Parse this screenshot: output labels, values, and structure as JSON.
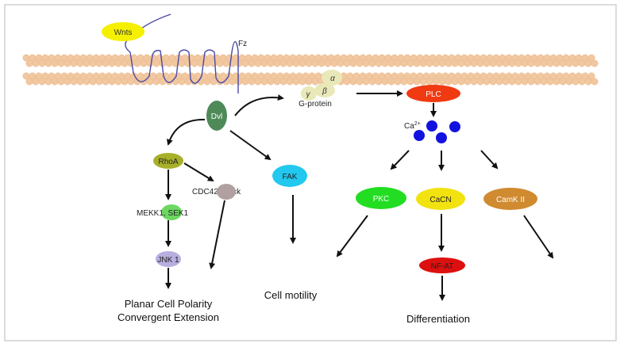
{
  "nodes": {
    "wnts": "Wnts",
    "fz": "Fz",
    "dvl": "Dvl",
    "gprotein": "G-protein",
    "alpha": "α",
    "beta": "β",
    "gamma": "γ",
    "plc": "PLC",
    "ca": "Ca",
    "ca_sup": "2+",
    "rhoa": "RhoA",
    "cdc42": "CDC42, Rock",
    "fak": "FAK",
    "pkc": "PKC",
    "cacn": "CaCN",
    "camk": "CamK II",
    "mekk": "MEKK1, SEK1",
    "jnk": "JNK 1",
    "nfat": "NF-AT"
  },
  "outcomes": {
    "pcp_line1": "Planar Cell Polarity",
    "pcp_line2": "Convergent Extension",
    "motility": "Cell motility",
    "differentiation": "Differentiation"
  },
  "colors": {
    "wnts": "#f5f000",
    "dvl": "#4e8a58",
    "gprotein": "#e9e8b8",
    "plc": "#f03a12",
    "calcium": "#1212e0",
    "rhoa": "#a8b02a",
    "cdc42": "#b0a0a0",
    "fak": "#22c8ee",
    "pkc": "#22dd22",
    "cacn": "#f2e210",
    "camk": "#d08a30",
    "mekk": "#6cd860",
    "jnk": "#b8aee0",
    "nfat": "#dd1010",
    "membrane": "#f2c8a0",
    "receptor": "#4a4aa8"
  }
}
